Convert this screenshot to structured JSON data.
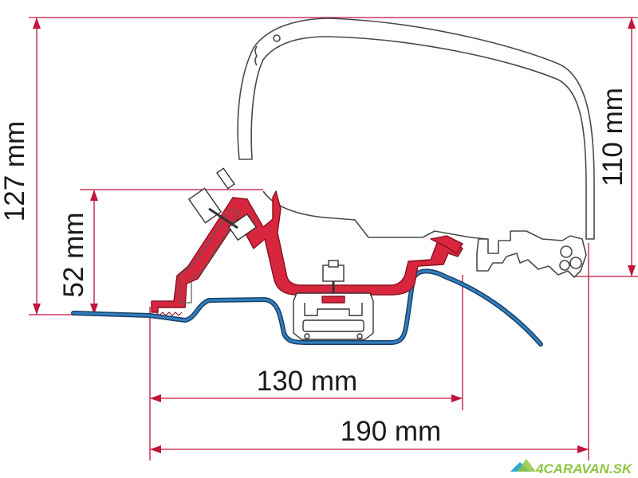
{
  "dimensions": {
    "overall_height": "127 mm",
    "mount_height": "52 mm",
    "awning_height": "110 mm",
    "inner_width": "130 mm",
    "overall_width": "190 mm"
  },
  "watermark": {
    "text": "4CARAVAN.SK"
  },
  "colors": {
    "dimension_line": "#c0143c",
    "bracket_fill": "#d7263d",
    "bracket_stroke": "#8a1020",
    "roof_profile": "#2f7fc1",
    "outline": "#444444",
    "watermark": "#8dc63f",
    "watermark_logo": "#2aa7d8"
  }
}
